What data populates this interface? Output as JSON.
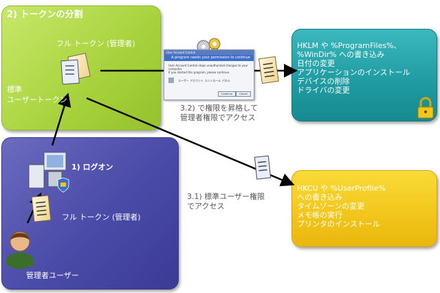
{
  "token_split": {
    "title": "2) トークンの分割",
    "full_token_label": "フル トークン (管理者)",
    "standard_token_label": [
      "標準",
      "ユーザートークン"
    ]
  },
  "logon": {
    "logon_label": "1) ログオン",
    "full_token_label": "フル トークン (管理者)",
    "admin_user_label": "管理者ユーザー"
  },
  "uac_dialog": {
    "title": "User Account Control",
    "banner": "A program needs your permission to continue",
    "line1": "User Account Control stops unauthorized changes to your computer.",
    "line2": "If you started this program, please continue.",
    "program": "ユーザー アカウント コントロール パネル",
    "continue": "Continue",
    "cancel": "Cancel"
  },
  "elevation_label": [
    "3.2) で権限を昇格して",
    "管理者権限でアクセス"
  ],
  "standard_access_label": [
    "3.1) 標準ユーザー権限",
    "でアクセス"
  ],
  "admin_actions": [
    "HKLM や %ProgramFiles%、",
    "%WinDir% への書き込み",
    "日付の変更",
    "アプリケーションのインストール",
    "デバイスの削除",
    "ドライバの変更"
  ],
  "standard_actions": [
    "HKCU や %UserProfile%",
    "への書き込み",
    "タイムゾーンの変更",
    "メモ帳の実行",
    "プリンタのインストール"
  ]
}
